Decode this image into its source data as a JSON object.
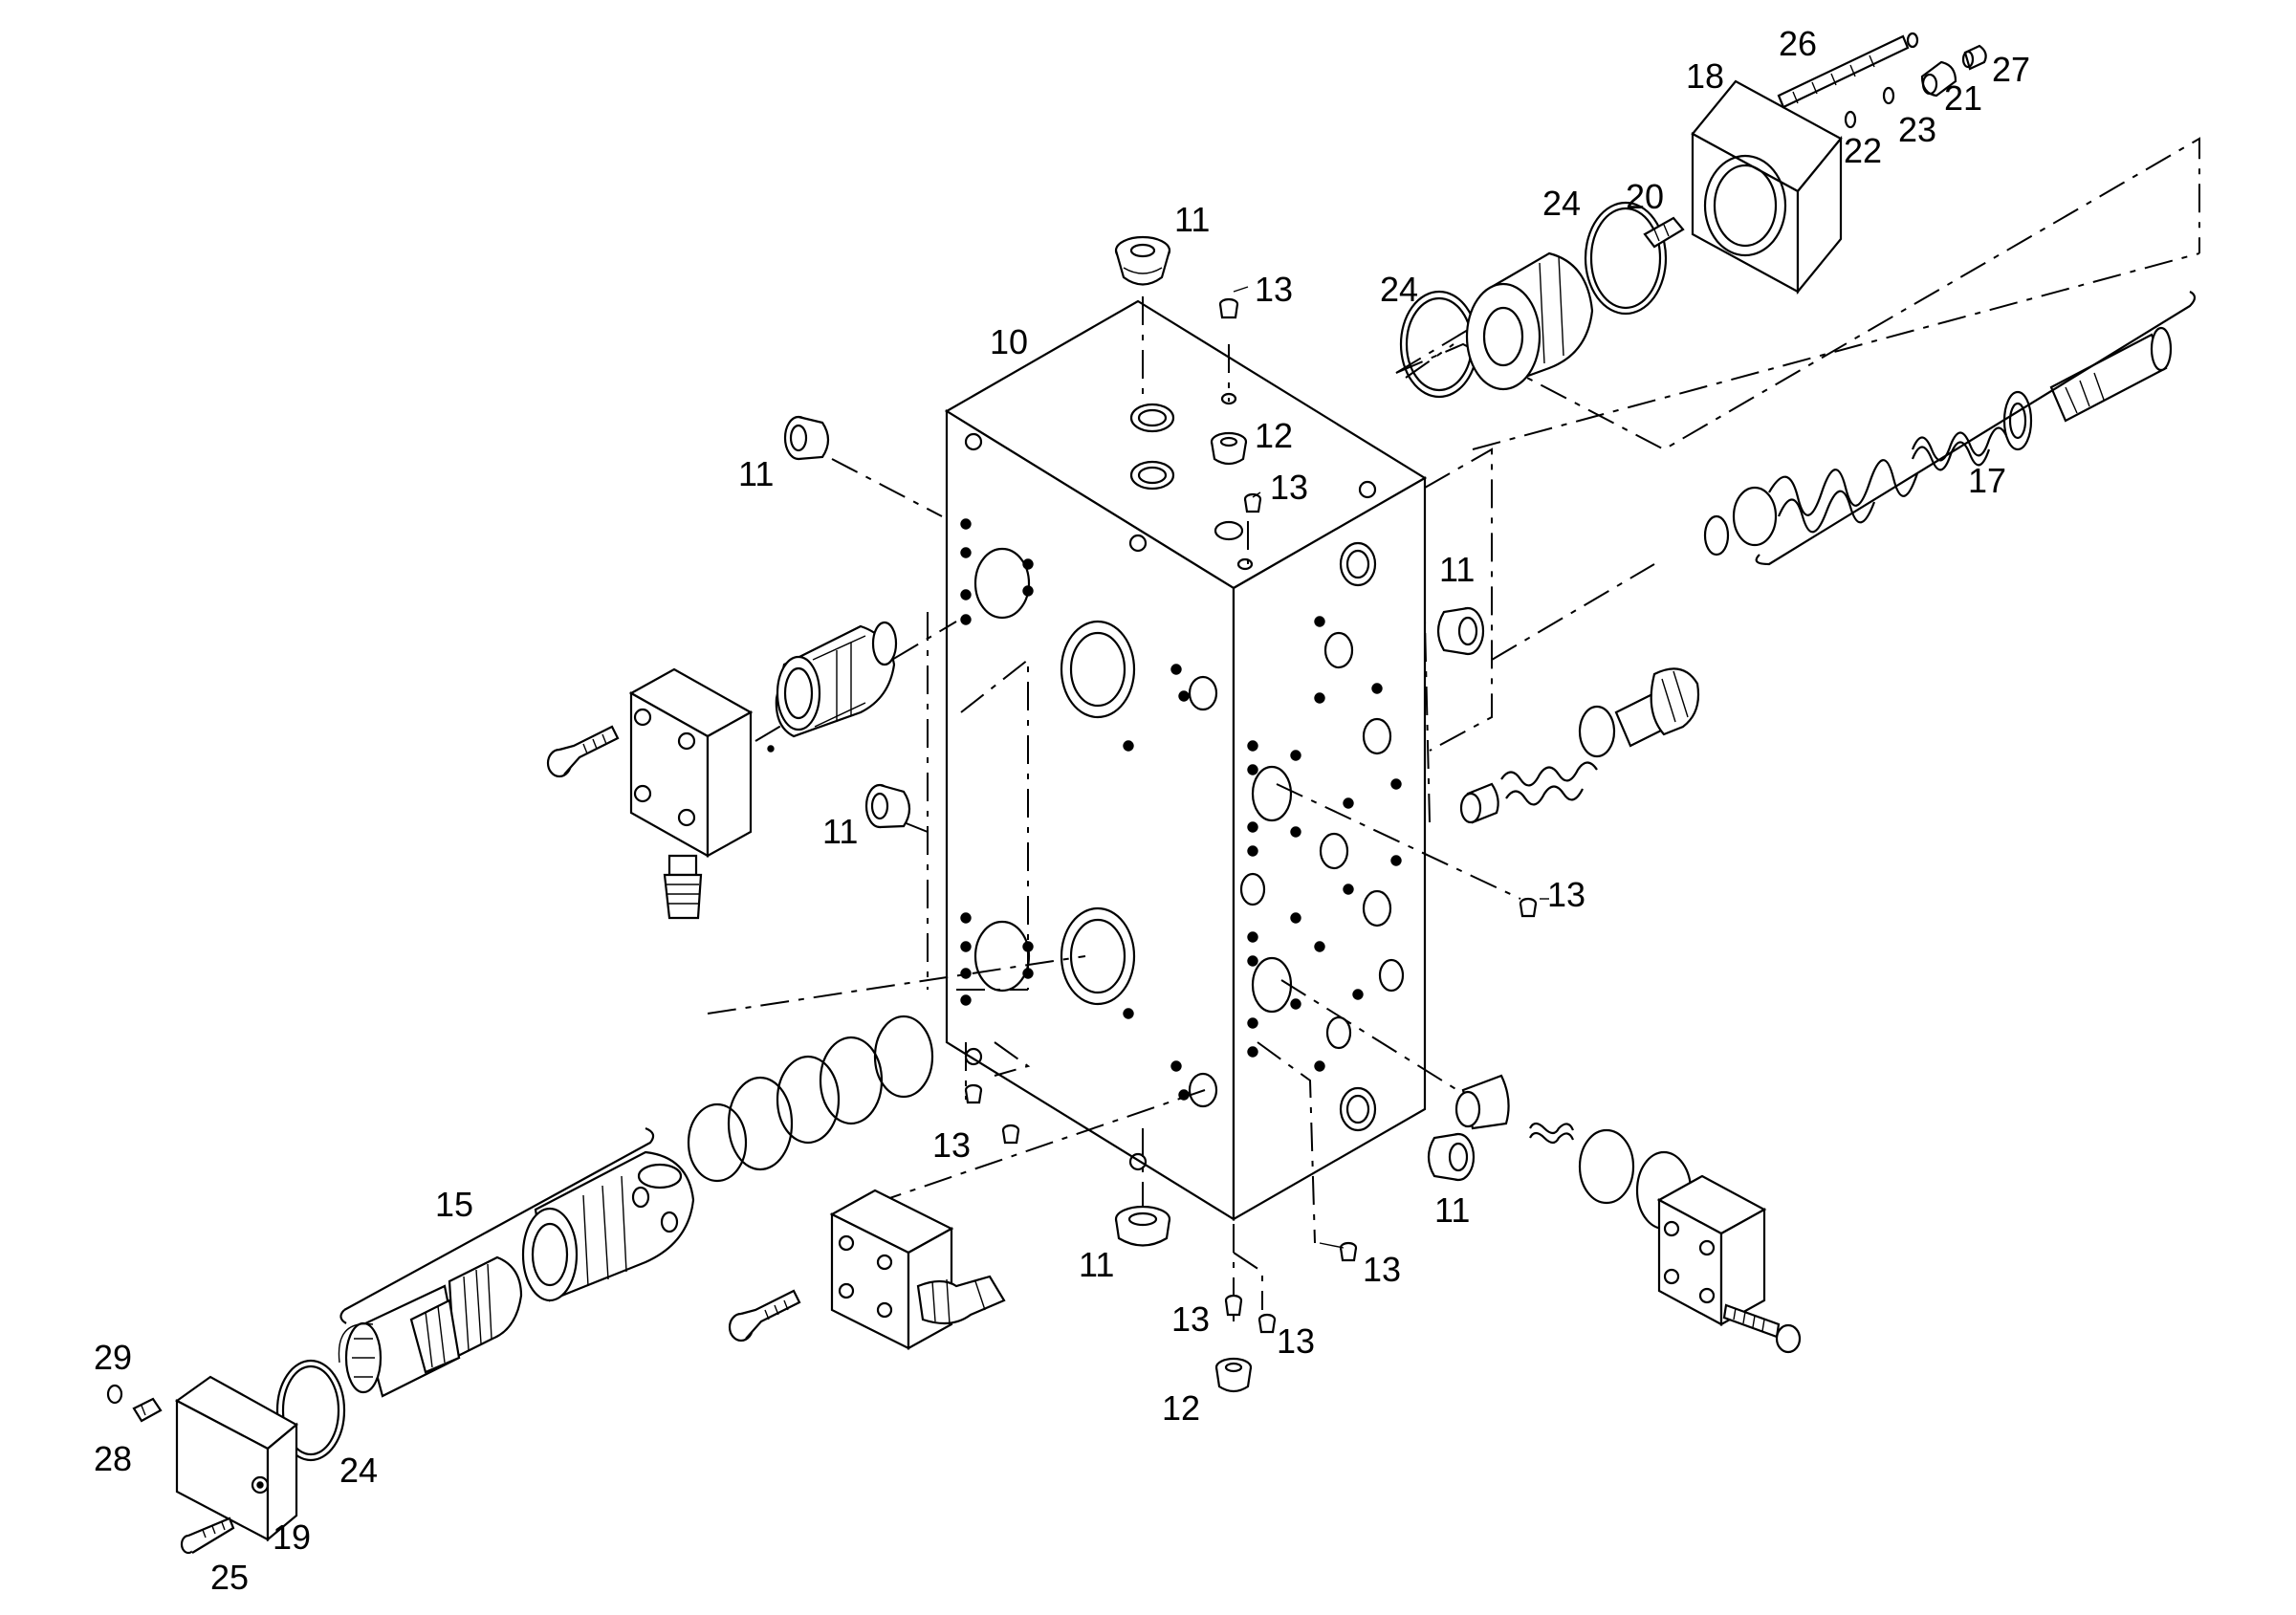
{
  "diagram": {
    "callouts": [
      {
        "id": "c11a",
        "text": "11"
      },
      {
        "id": "c13a",
        "text": "13"
      },
      {
        "id": "c10",
        "text": "10"
      },
      {
        "id": "c12a",
        "text": "12"
      },
      {
        "id": "c13b",
        "text": "13"
      },
      {
        "id": "c11b",
        "text": "11"
      },
      {
        "id": "c11c",
        "text": "11"
      },
      {
        "id": "c11d",
        "text": "11"
      },
      {
        "id": "c13c",
        "text": "13"
      },
      {
        "id": "c13d",
        "text": "13"
      },
      {
        "id": "c15",
        "text": "15"
      },
      {
        "id": "c11e",
        "text": "11"
      },
      {
        "id": "c11f",
        "text": "11"
      },
      {
        "id": "c13e",
        "text": "13"
      },
      {
        "id": "c13f",
        "text": "13"
      },
      {
        "id": "c13g",
        "text": "13"
      },
      {
        "id": "c12b",
        "text": "12"
      },
      {
        "id": "c17",
        "text": "17"
      },
      {
        "id": "c18",
        "text": "18"
      },
      {
        "id": "c26",
        "text": "26"
      },
      {
        "id": "c27",
        "text": "27"
      },
      {
        "id": "c21",
        "text": "21"
      },
      {
        "id": "c23",
        "text": "23"
      },
      {
        "id": "c22",
        "text": "22"
      },
      {
        "id": "c24a",
        "text": "24"
      },
      {
        "id": "c20",
        "text": "20"
      },
      {
        "id": "c24b",
        "text": "24"
      },
      {
        "id": "c29",
        "text": "29"
      },
      {
        "id": "c28",
        "text": "28"
      },
      {
        "id": "c24c",
        "text": "24"
      },
      {
        "id": "c19",
        "text": "19"
      },
      {
        "id": "c25",
        "text": "25"
      }
    ]
  }
}
